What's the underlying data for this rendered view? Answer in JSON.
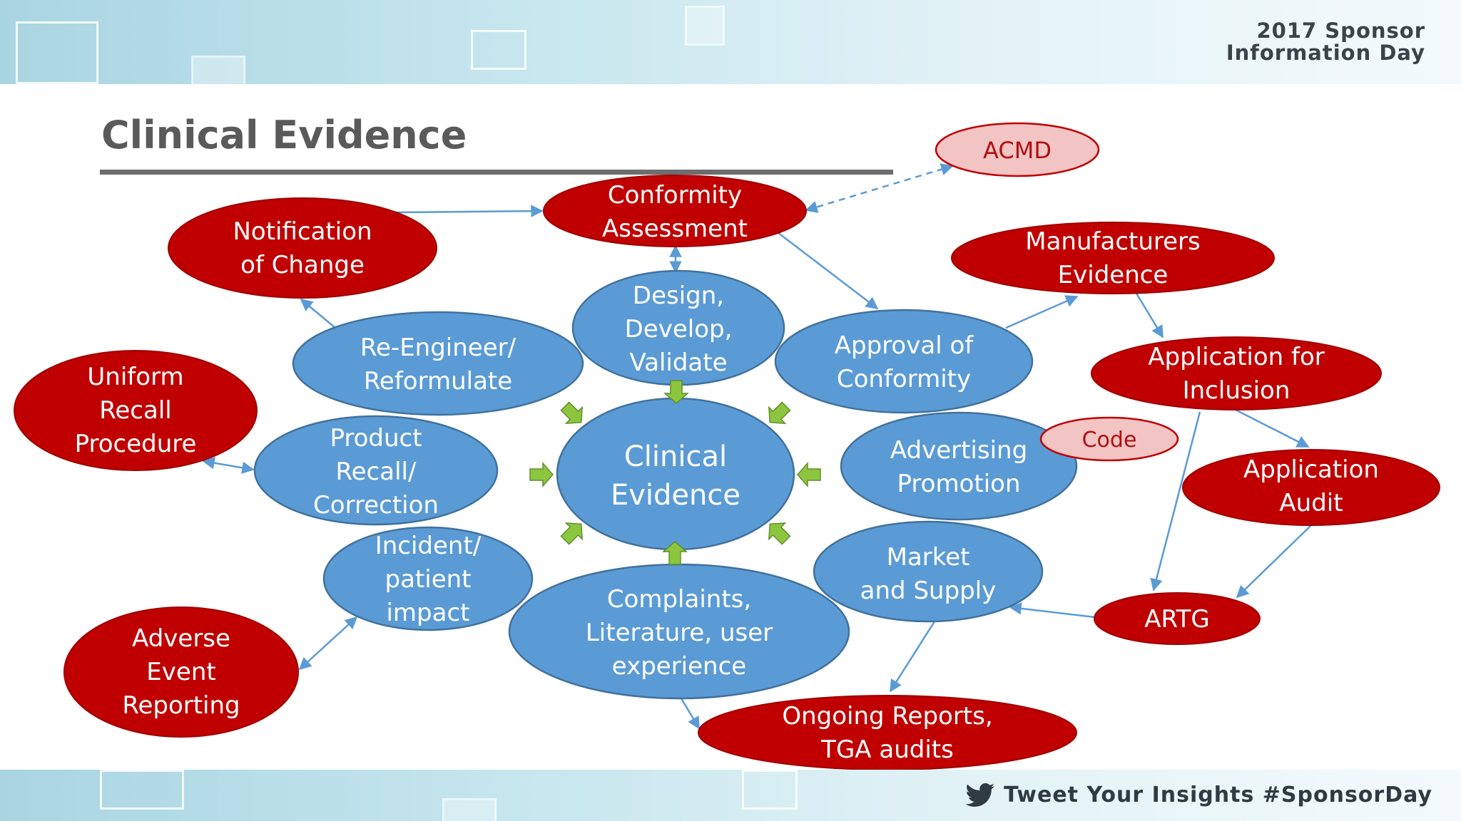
{
  "header": {
    "event_line1": "2017 Sponsor",
    "event_line2": "Information Day"
  },
  "slide": {
    "title": "Clinical Evidence"
  },
  "footer": {
    "tweet_text": "Tweet Your Insights #SponsorDay"
  },
  "colors": {
    "red_node": "#c00000",
    "blue_node": "#5b9bd5",
    "pink_node": "#f3c4c4",
    "arrow": "#5b9bd5",
    "green_arrow": "#8cc63f"
  },
  "diagram": {
    "center": [
      "Clinical",
      "Evidence"
    ],
    "blue_nodes": {
      "design": [
        "Design,",
        "Develop,",
        "Validate"
      ],
      "reengineer": [
        "Re-Engineer/",
        "Reformulate"
      ],
      "approval": [
        "Approval of",
        "Conformity"
      ],
      "recall": [
        "Product",
        "Recall/",
        "Correction"
      ],
      "advertising": [
        "Advertising",
        "Promotion"
      ],
      "incident": [
        "Incident/",
        "patient",
        "impact"
      ],
      "market": [
        "Market",
        "and Supply"
      ],
      "complaints": [
        "Complaints,",
        "Literature, user",
        "experience"
      ]
    },
    "red_nodes": {
      "conformity": [
        "Conformity",
        "Assessment"
      ],
      "notification": [
        "Notification",
        "of Change"
      ],
      "manufacturers": [
        "Manufacturers",
        "Evidence"
      ],
      "uniform": [
        "Uniform",
        "Recall",
        "Procedure"
      ],
      "app_inclusion": [
        "Application for",
        "Inclusion"
      ],
      "app_audit": [
        "Application",
        "Audit"
      ],
      "artg": [
        "ARTG"
      ],
      "adverse": [
        "Adverse",
        "Event",
        "Reporting"
      ],
      "ongoing": [
        "Ongoing Reports,",
        "TGA audits"
      ]
    },
    "pink_nodes": {
      "acmd": [
        "ACMD"
      ],
      "code": [
        "Code"
      ]
    }
  }
}
